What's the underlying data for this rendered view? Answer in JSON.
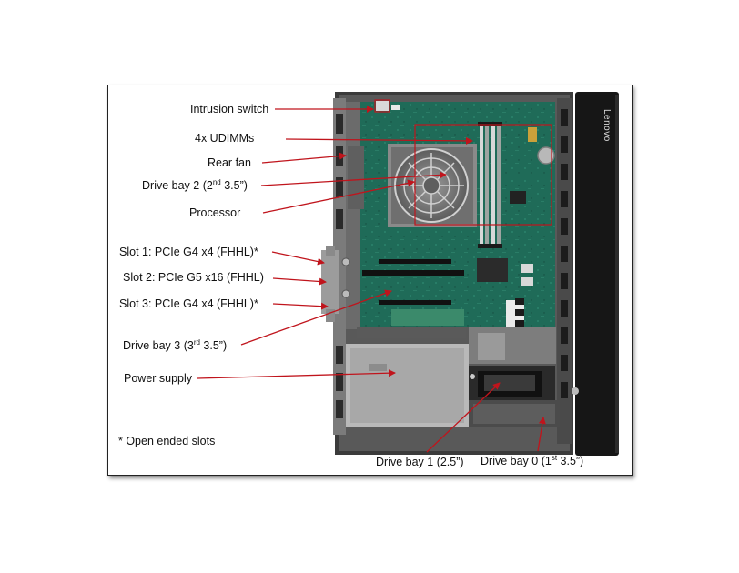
{
  "diagram": {
    "brand_logo": "Lenovo",
    "labels": {
      "intrusion_switch": "Intrusion switch",
      "udimms": "4x UDIMMs",
      "rear_fan": "Rear fan",
      "drive_bay_2_pre": "Drive bay 2 (2",
      "drive_bay_2_sup": "nd",
      "drive_bay_2_post": " 3.5”)",
      "processor": "Processor",
      "slot_1": "Slot 1: PCIe G4 x4 (FHHL)*",
      "slot_2": "Slot 2: PCIe G5 x16 (FHHL)",
      "slot_3": "Slot 3: PCIe G4 x4 (FHHL)*",
      "drive_bay_3_pre": "Drive bay 3 (3",
      "drive_bay_3_sup": "rd",
      "drive_bay_3_post": " 3.5”)",
      "power_supply": "Power supply",
      "footnote": "* Open ended slots",
      "drive_bay_1": "Drive bay 1 (2.5”)",
      "drive_bay_0_pre": "Drive bay 0 (1",
      "drive_bay_0_sup": "st",
      "drive_bay_0_post": " 3.5”)"
    },
    "colors": {
      "arrow": "#c0141c",
      "board": "#1f6b58",
      "chassis": "#3a3a3a",
      "bezel": "#161616"
    }
  }
}
